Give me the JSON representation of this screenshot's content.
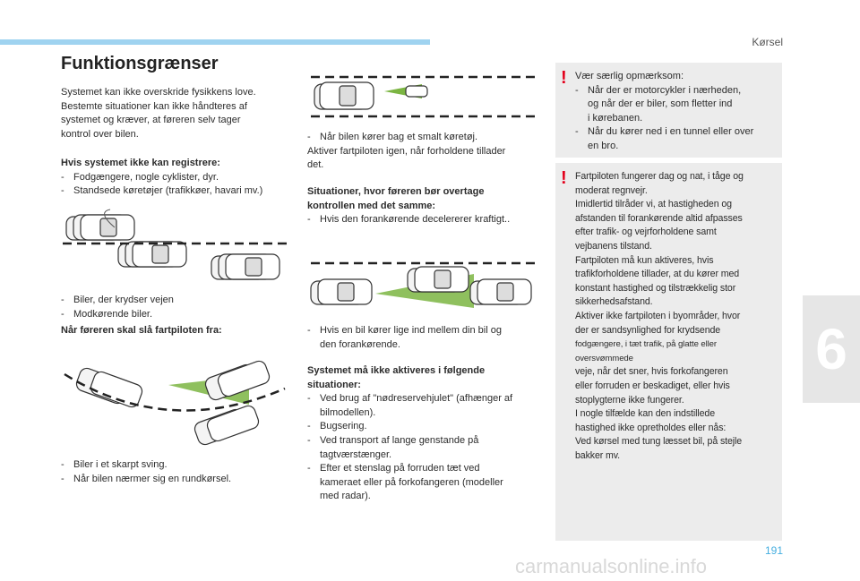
{
  "header": {
    "chapter_title": "Kørsel",
    "section_number": "6",
    "page_number": "191"
  },
  "watermark": "carmanualsonline.info",
  "left": {
    "title": "Funktionsgrænser",
    "intro": [
      "Systemet kan ikke overskride fysikkens love.",
      "Bestemte situationer kan ikke håndteres af",
      "systemet og kræver, at føreren selv tager",
      "kontrol over bilen."
    ],
    "cannot_register_heading": "Hvis systemet ikke kan registrere:",
    "cannot_register_items": [
      "Fodgængere, nogle cyklister, dyr.",
      "Standsede køretøjer (trafikkøer, havari mv.)"
    ],
    "crossing_items": [
      "Biler, der krydser vejen",
      "Modkørende biler."
    ],
    "switch_off_heading": "Når føreren skal slå fartpiloten fra:",
    "curve_items": [
      "Biler i et skarpt sving.",
      "Når bilen nærmer sig en rundkørsel."
    ]
  },
  "middle": {
    "narrow_item": "Når bilen kører bag et smalt køretøj.",
    "narrow_text": [
      "Aktiver fartpiloten igen, når forholdene tillader",
      "det."
    ],
    "override_heading": [
      "Situationer, hvor føreren bør overtage",
      "kontrollen med det samme:"
    ],
    "override_items": [
      "Hvis den forankørende decelererer kraftigt.."
    ],
    "cut_in_items": [
      "Hvis en bil kører lige ind mellem din bil og",
      "den forankørende."
    ],
    "not_activate_heading": [
      "Systemet må ikke aktiveres i følgende",
      "situationer:"
    ],
    "not_activate_items": [
      [
        "Ved brug af \"nødreservehjulet\" (afhænger af",
        "bilmodellen)."
      ],
      [
        "Bugsering."
      ],
      [
        "Ved transport af lange genstande på",
        "tagtværstænger."
      ],
      [
        "Efter et stenslag på forruden tæt ved",
        "kameraet eller på forkofangeren (modeller",
        "med radar)."
      ]
    ]
  },
  "notes": {
    "note1_lead": "Vær særlig opmærksom:",
    "note1_items": [
      [
        "Når der er motorcykler i nærheden,",
        "og når der er biler, som fletter ind",
        "i kørebanen."
      ],
      [
        "Når du kører ned i en tunnel eller over",
        "en bro."
      ]
    ],
    "note2_lines": [
      "Fartpiloten fungerer dag og nat, i tåge og",
      "moderat regnvejr.",
      "Imidlertid tilråder vi, at hastigheden og",
      "afstanden til forankørende altid afpasses",
      "efter trafik- og vejrforholdene samt",
      "vejbanens tilstand.",
      "Fartpiloten må kun aktiveres, hvis",
      "trafikforholdene tillader, at du kører med",
      "konstant hastighed og tilstrækkelig stor",
      "sikkerhedsafstand.",
      "Aktiver ikke fartpiloten i byområder, hvor",
      "der er sandsynlighed for krydsende",
      "fodgængere, i tæt trafik, på glatte eller oversvømmede",
      "veje, når det sner, hvis forkofangeren",
      "eller forruden er beskadiget, eller hvis",
      "stoplygterne ikke fungerer.",
      "I nogle tilfælde kan den indstillede",
      "hastighed ikke opretholdes eller nås:",
      "Ved kørsel med tung læsset bil, på stejle",
      "bakker mv."
    ],
    "warning_glyph": "!"
  },
  "colors": {
    "accent_blue": "#9fd3f0",
    "warning_red": "#e3001b",
    "radar_green": "#7bb542",
    "note_bg": "#ececec"
  }
}
